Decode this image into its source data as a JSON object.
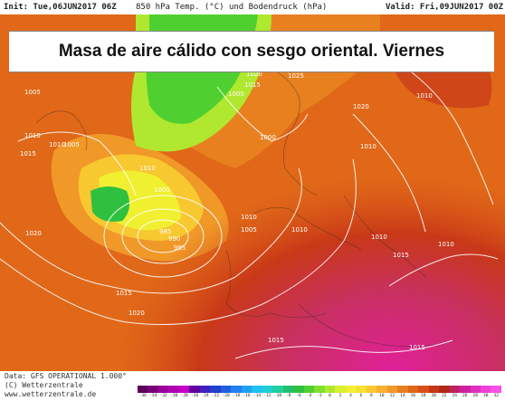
{
  "header": {
    "init": "Init: Tue,06JUN2017 06Z",
    "title": "850 hPa Temp. (°C) und Bodendruck (hPa)",
    "valid": "Valid: Fri,09JUN2017 00Z"
  },
  "banner": {
    "text": "Masa de aire cálido con sesgo oriental. Viernes"
  },
  "isobar_labels": [
    "1010",
    "1015",
    "1025",
    "1020",
    "1010",
    "1005",
    "1015",
    "1000",
    "1010",
    "1005",
    "1000",
    "1010",
    "1015",
    "1010",
    "1020",
    "1010",
    "1000",
    "985",
    "990",
    "995",
    "1005",
    "1010",
    "1010",
    "1020",
    "1015",
    "1015",
    "1010",
    "1010",
    "1020",
    "1015",
    "1015"
  ],
  "footer": {
    "line1": "Data: GFS OPERATIONAL 1.000°",
    "line2": "(C) Wetterzentrale",
    "line3": "www.wetterzentrale.de"
  },
  "scale": {
    "labels": [
      "-36",
      "-34",
      "-32",
      "-30",
      "-28",
      "-26",
      "-24",
      "-22",
      "-20",
      "-18",
      "-16",
      "-14",
      "-12",
      "-10",
      "-8",
      "-6",
      "-4",
      "-2",
      "0",
      "2",
      "4",
      "6",
      "8",
      "10",
      "12",
      "14",
      "16",
      "18",
      "20",
      "22",
      "24",
      "26",
      "28",
      "30",
      "32"
    ],
    "colors": [
      "#5a005a",
      "#7a007a",
      "#9a009a",
      "#b000b0",
      "#c800c8",
      "#6000a0",
      "#4020c0",
      "#2040d0",
      "#2060e0",
      "#2080f0",
      "#20a0f0",
      "#20c0f0",
      "#20d0d0",
      "#20d0a0",
      "#20c070",
      "#30c040",
      "#50d030",
      "#80e030",
      "#b0e830",
      "#d8f030",
      "#f0f030",
      "#f8e030",
      "#f8c830",
      "#f8b030",
      "#f09828",
      "#e88020",
      "#e06818",
      "#d85018",
      "#c83818",
      "#b02818",
      "#c02060",
      "#d020a0",
      "#e030c0",
      "#f040d8",
      "#f850e8"
    ]
  }
}
